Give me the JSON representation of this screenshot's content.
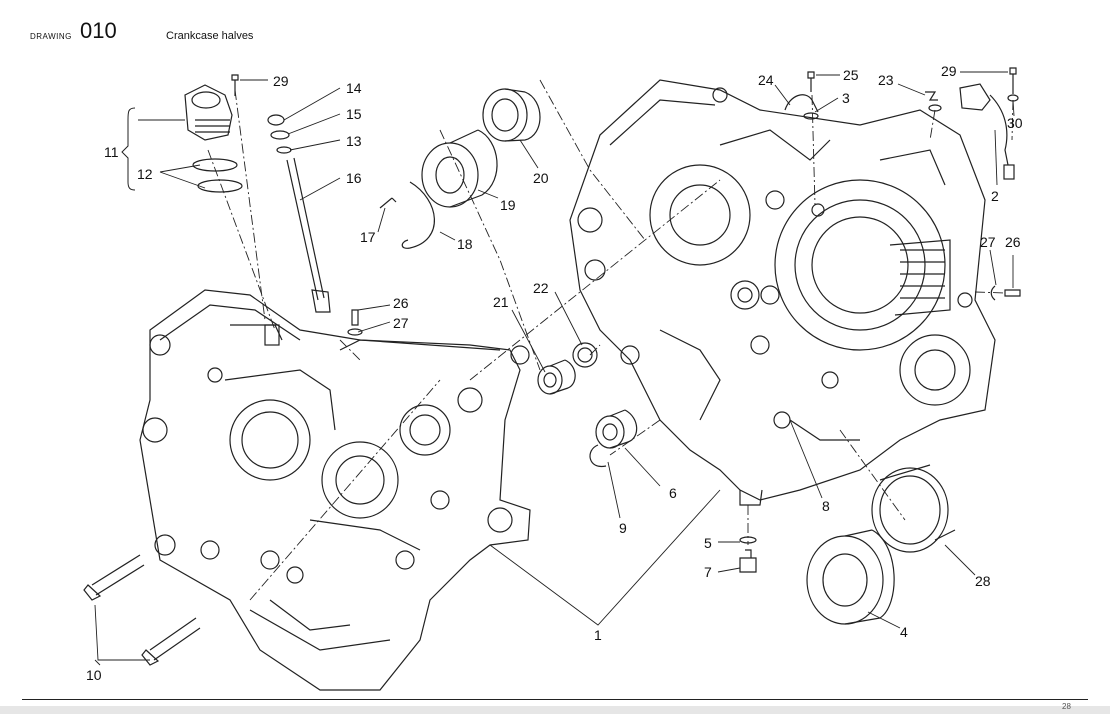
{
  "header": {
    "drawing_label": "DRAWING",
    "drawing_number": "010",
    "title": "Crankcase halves"
  },
  "footer": {
    "page_number": "28"
  },
  "callouts": {
    "c29a": "29",
    "c14": "14",
    "c15": "15",
    "c13": "13",
    "c16": "16",
    "c11": "11",
    "c12": "12",
    "c20": "20",
    "c19": "19",
    "c17": "17",
    "c18": "18",
    "c26a": "26",
    "c27a": "27",
    "c21": "21",
    "c22": "22",
    "c24": "24",
    "c25": "25",
    "c3": "3",
    "c23": "23",
    "c29b": "29",
    "c30": "30",
    "c2": "2",
    "c27b": "27",
    "c26b": "26",
    "c8": "8",
    "c6": "6",
    "c9": "9",
    "c5": "5",
    "c7": "7",
    "c28": "28",
    "c4": "4",
    "c1": "1",
    "c10": "10"
  }
}
